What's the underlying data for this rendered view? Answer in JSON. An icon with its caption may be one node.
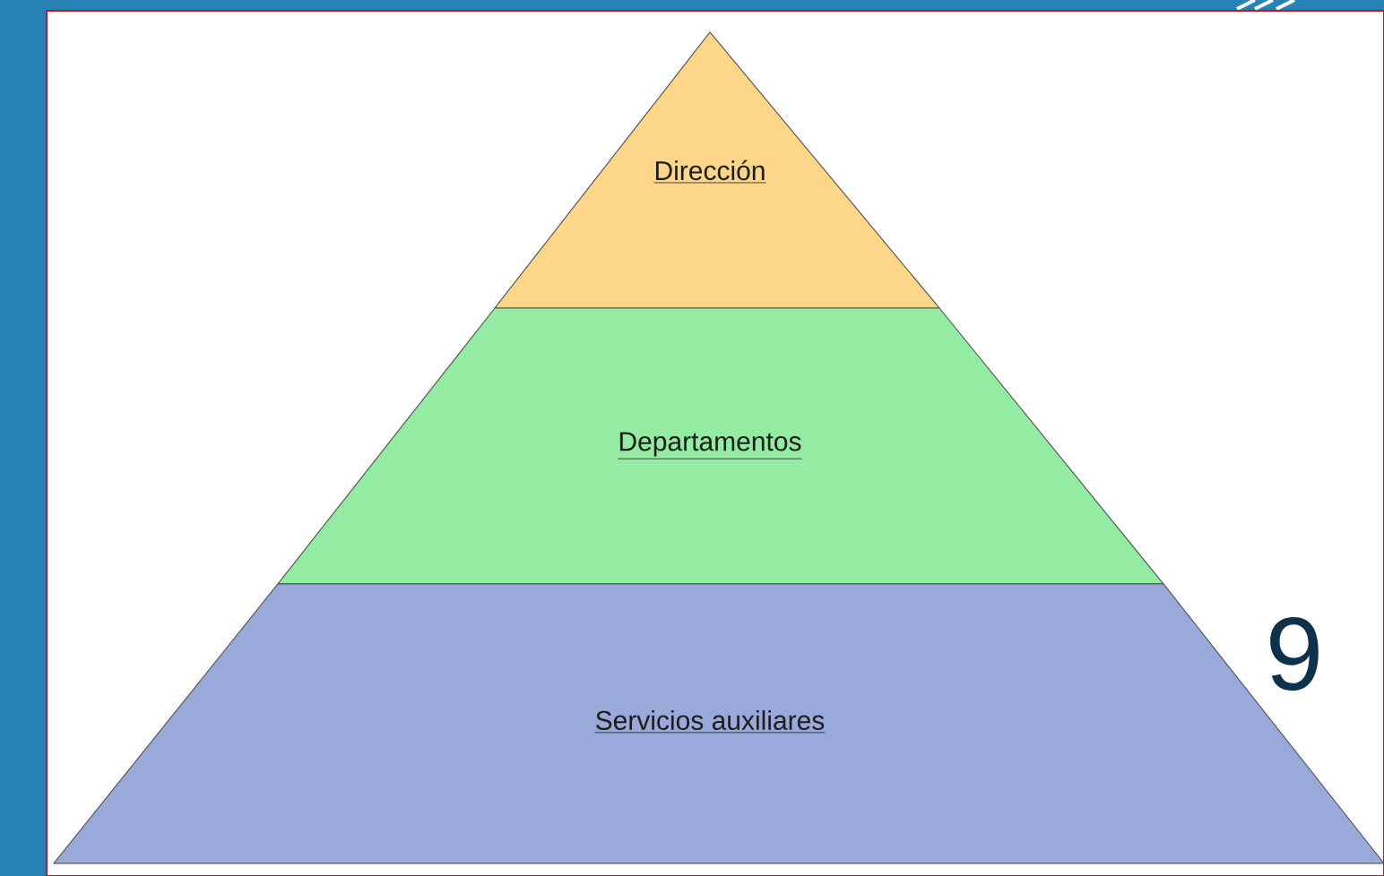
{
  "diagram": {
    "nodes": [
      {
        "text": [
          "Dirección"
        ]
      },
      {
        "text": [
          "Departamentos"
        ]
      },
      {
        "text": [
          "Servicios auxiliares"
        ]
      }
    ],
    "labels": [
      "9"
    ]
  }
}
